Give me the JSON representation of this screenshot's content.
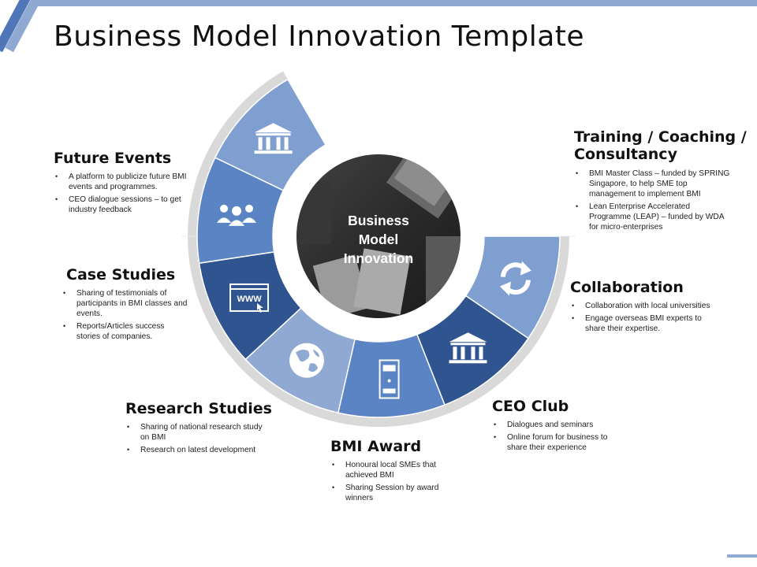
{
  "slide": {
    "title": "Business Model Innovation Template",
    "center_label_lines": [
      "Business",
      "Model",
      "Innovation"
    ]
  },
  "colors": {
    "accent_light": "#8fa9d2",
    "accent_mid": "#5b84c4",
    "accent_dark": "#2f5490",
    "ring_grey": "#d9d9d9"
  },
  "segments": [
    {
      "id": "future-events",
      "icon": "bank-building-icon",
      "color": "#7f9fd1"
    },
    {
      "id": "case-studies",
      "icon": "people-group-icon",
      "color": "#5b84c4"
    },
    {
      "id": "research-studies",
      "icon": "www-browser-icon",
      "color": "#2f5490"
    },
    {
      "id": "bmi-award",
      "icon": "globe-icon",
      "color": "#8fa9d2"
    },
    {
      "id": "ceo-club",
      "icon": "server-tower-icon",
      "color": "#5b84c4"
    },
    {
      "id": "collaboration",
      "icon": "bank-building-icon",
      "color": "#2f5490"
    },
    {
      "id": "training",
      "icon": "refresh-cycle-icon",
      "color": "#7f9fd1"
    }
  ],
  "blocks": {
    "future_events": {
      "title": "Future Events",
      "bullets": [
        "A platform to publicize future BMI events and programmes.",
        "CEO dialogue sessions – to get industry feedback"
      ]
    },
    "case_studies": {
      "title": "Case Studies",
      "bullets": [
        "Sharing of testimonials of participants in BMI classes and events.",
        "Reports/Articles success stories of companies."
      ]
    },
    "research_studies": {
      "title": "Research Studies",
      "bullets": [
        "Sharing of national research study on BMI",
        "Research on latest development"
      ]
    },
    "bmi_award": {
      "title": "BMI Award",
      "bullets": [
        "Honoural local SMEs that achieved BMI",
        "Sharing Session by award winners"
      ]
    },
    "ceo_club": {
      "title": "CEO Club",
      "bullets": [
        "Dialogues and seminars",
        "Online forum for business to share their experience"
      ]
    },
    "collaboration": {
      "title": "Collaboration",
      "bullets": [
        "Collaboration with local universities",
        "Engage overseas BMI experts to share their expertise."
      ]
    },
    "training": {
      "title": "Training / Coaching / Consultancy",
      "bullets": [
        "BMI Master Class – funded by SPRING Singapore, to help SME top management to implement BMI",
        "Lean Enterprise Accelerated Programme (LEAP) – funded by WDA for micro-enterprises"
      ]
    }
  }
}
